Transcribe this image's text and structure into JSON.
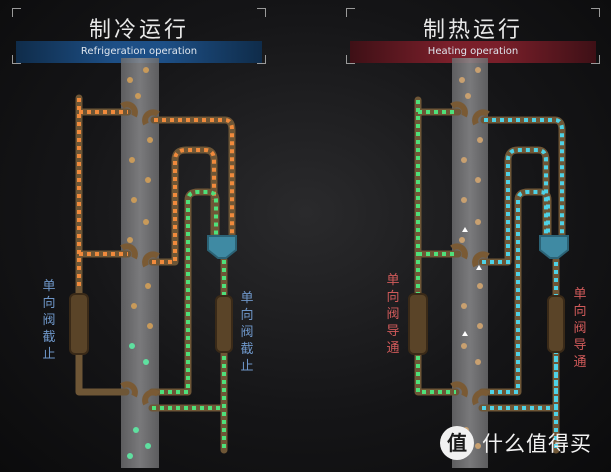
{
  "left_panel": {
    "title_cn": "制冷运行",
    "title_en": "Refrigeration operation",
    "label_left": [
      "单",
      "向",
      "阀",
      "截",
      "止"
    ],
    "label_right": [
      "单",
      "向",
      "阀",
      "截",
      "止"
    ]
  },
  "right_panel": {
    "title_cn": "制热运行",
    "title_en": "Heating operation",
    "label_left": [
      "单",
      "向",
      "阀",
      "导",
      "通"
    ],
    "label_right": [
      "单",
      "向",
      "阀",
      "导",
      "通"
    ]
  },
  "watermark": {
    "icon": "值",
    "text": "什么值得买"
  },
  "colors": {
    "orange_flow": "#f08a3c",
    "green_flow": "#4fe07a",
    "cyan_flow": "#4fd2e6",
    "pipe": "#6e5636",
    "label_blue": "#6e96c8",
    "label_red": "#d05a5a"
  }
}
